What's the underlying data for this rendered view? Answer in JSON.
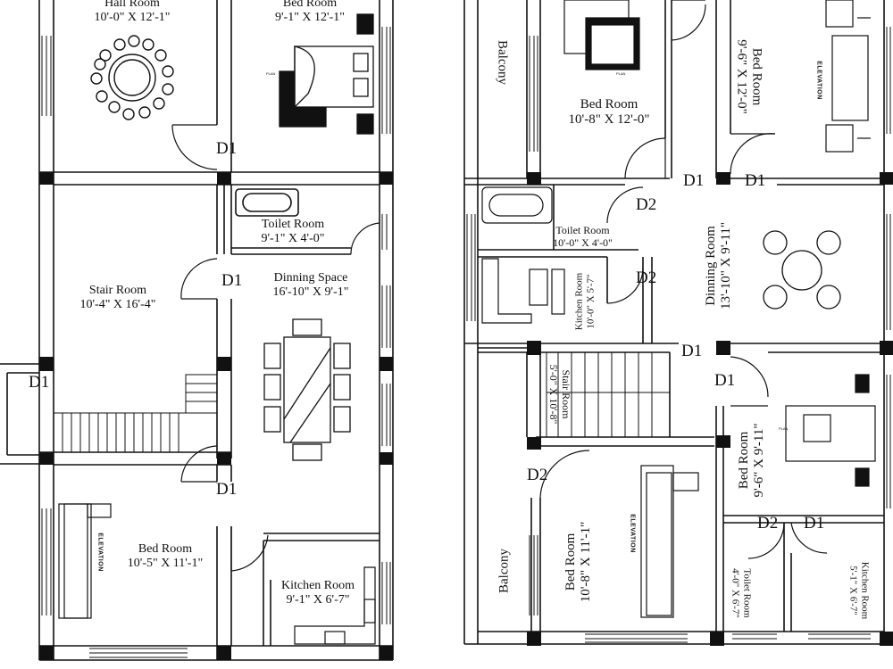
{
  "left_plan": {
    "rooms": {
      "hall": {
        "name": "Hall Room",
        "dim": "10'-0\" X 12'-1\""
      },
      "bed1": {
        "name": "Bed Room",
        "dim": "9'-1\" X 12'-1\""
      },
      "toilet": {
        "name": "Toilet Room",
        "dim": "9'-1\" X 4'-0\""
      },
      "stair": {
        "name": "Stair Room",
        "dim": "10'-4\" X 16'-4\""
      },
      "dining": {
        "name": "Dinning Space",
        "dim": "16'-10\" X 9'-1\""
      },
      "bed2": {
        "name": "Bed Room",
        "dim": "10'-5\" X 11'-1\""
      },
      "kitchen": {
        "name": "Kitchen Room",
        "dim": "9'-1\" X 6'-7\""
      }
    },
    "doors": [
      "D1",
      "D1",
      "D1",
      "D1"
    ],
    "tags": {
      "plan": "PLAN",
      "elevation": "ELEVATION"
    }
  },
  "right_plan": {
    "rooms": {
      "balcony_top": {
        "name": "Balcony"
      },
      "bed_main": {
        "name": "Bed Room",
        "dim": "10'-8\" X 12'-0\""
      },
      "bed_right": {
        "name": "Bed Room",
        "dim": "9'-6\" X 12'-0\""
      },
      "toilet": {
        "name": "Toilet Room",
        "dim": "10'-0\" X 4'-0\""
      },
      "kitchen": {
        "name": "Kitchen Room",
        "dim": "10'-0\" X 5'-7\""
      },
      "dining": {
        "name": "Dinning Room",
        "dim": "13'-10\" X 9'-11\""
      },
      "stair": {
        "name": "Stair Room",
        "dim": "5'-0\" X 10'-8\""
      },
      "bed_mid": {
        "name": "Bed Room",
        "dim": "9'-6\" X 9'-11\""
      },
      "balcony_bottom": {
        "name": "Balcony"
      },
      "bed_bottom": {
        "name": "Bed Room",
        "dim": "10'-8\" X 11'-1\""
      },
      "toilet2": {
        "name": "Toilet Room",
        "dim": "4'-0\" X 6'-7\""
      },
      "kitchen2": {
        "name": "Kitchen Room",
        "dim": "5'-1\" X 6'-7\""
      }
    },
    "doors": {
      "d1": "D1",
      "d2": "D2"
    },
    "tags": {
      "plan": "PLAN",
      "elevation": "ELEVATION"
    }
  }
}
